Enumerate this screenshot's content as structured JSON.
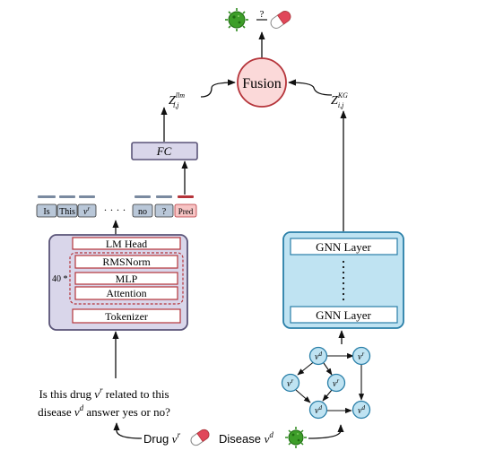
{
  "output": {
    "question_mark": "?"
  },
  "fusion": {
    "label": "Fusion"
  },
  "z_llm": {
    "base": "Z",
    "sup": "llm",
    "sub": "i,j"
  },
  "z_kg": {
    "base": "Z",
    "sup": "KG",
    "sub": "i,j"
  },
  "fc": {
    "label": "FC"
  },
  "tokens": {
    "is": "Is",
    "this": "This",
    "vr_base": "v",
    "vr_sup": "r",
    "ellipsis": "· · · ·",
    "no": "no",
    "q": "?",
    "pred": "Pred"
  },
  "llm": {
    "lm_head": "LM Head",
    "rmsnorm": "RMSNorm",
    "mlp": "MLP",
    "attention": "Attention",
    "repeat": "40 *",
    "tokenizer": "Tokenizer"
  },
  "gnn": {
    "layer_top": "GNN Layer",
    "layer_bottom": "GNN Layer"
  },
  "graph": {
    "node_base": "v",
    "nodes": [
      {
        "id": "n1",
        "sup": "d"
      },
      {
        "id": "n2",
        "sup": "r"
      },
      {
        "id": "n3",
        "sup": "r"
      },
      {
        "id": "n4",
        "sup": "r"
      },
      {
        "id": "n5",
        "sup": "d"
      },
      {
        "id": "n6",
        "sup": "d"
      }
    ]
  },
  "question": {
    "line1_pre": "Is this drug ",
    "line1_v": "v",
    "line1_sup": "r",
    "line1_post": " related to this",
    "line2_pre": "disease ",
    "line2_v": "v",
    "line2_sup": "d",
    "line2_post": " answer yes or no?"
  },
  "inputs": {
    "drug_label": "Drug ",
    "drug_v": "v",
    "drug_sup": "r",
    "disease_label": "Disease ",
    "disease_v": "v",
    "disease_sup": "d"
  },
  "colors": {
    "purple_fill": "#d9d6ea",
    "purple_stroke": "#5a5478",
    "blue_fill": "#bfe3f2",
    "blue_stroke": "#2a7fa8",
    "red": "#b5343a",
    "fusion_fill": "#fbd9d9",
    "token_fill": "#b9c7d8",
    "pred_fill": "#f7c4c4",
    "virus": "#2e8b1e"
  }
}
